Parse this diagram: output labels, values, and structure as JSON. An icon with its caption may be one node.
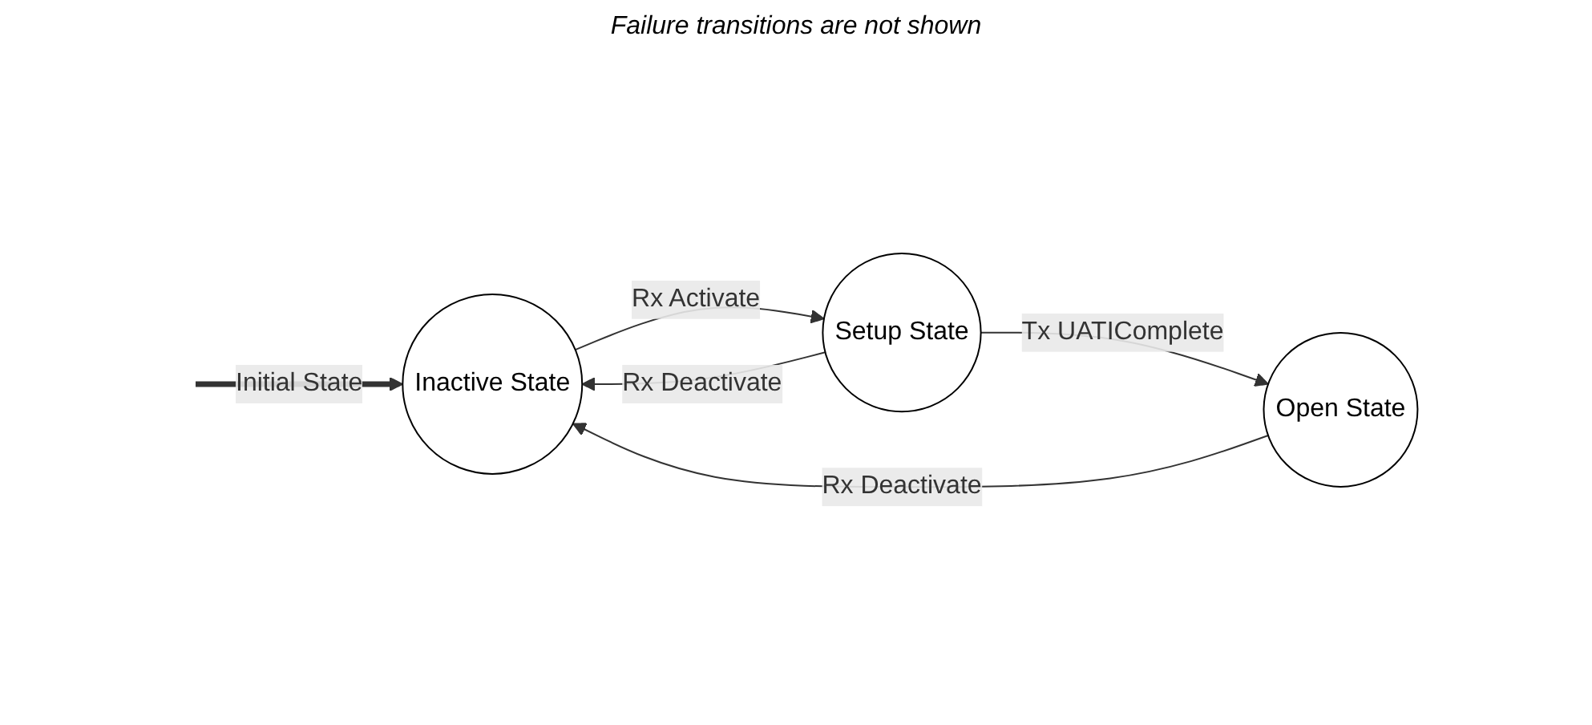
{
  "diagram": {
    "nodes": [
      {
        "text": [
          "Inactive State"
        ]
      },
      {
        "text": [
          "Setup State"
        ]
      },
      {
        "text": [
          "Open State"
        ]
      }
    ],
    "edges": [
      {
        "from": null,
        "to": 0,
        "arrow": "to",
        "label": "Initial State",
        "style": "thick"
      },
      {
        "from": 0,
        "to": 1,
        "arrow": "to",
        "label": "Rx Activate"
      },
      {
        "from": 1,
        "to": 2,
        "arrow": "to",
        "label": "Tx UATIComplete"
      },
      {
        "from": 1,
        "to": 0,
        "arrow": "to",
        "label": "Rx Deactivate"
      },
      {
        "from": 2,
        "to": 0,
        "arrow": "to",
        "label": "Rx Deactivate"
      }
    ],
    "labels": [
      "Failure transitions are not shown"
    ]
  }
}
